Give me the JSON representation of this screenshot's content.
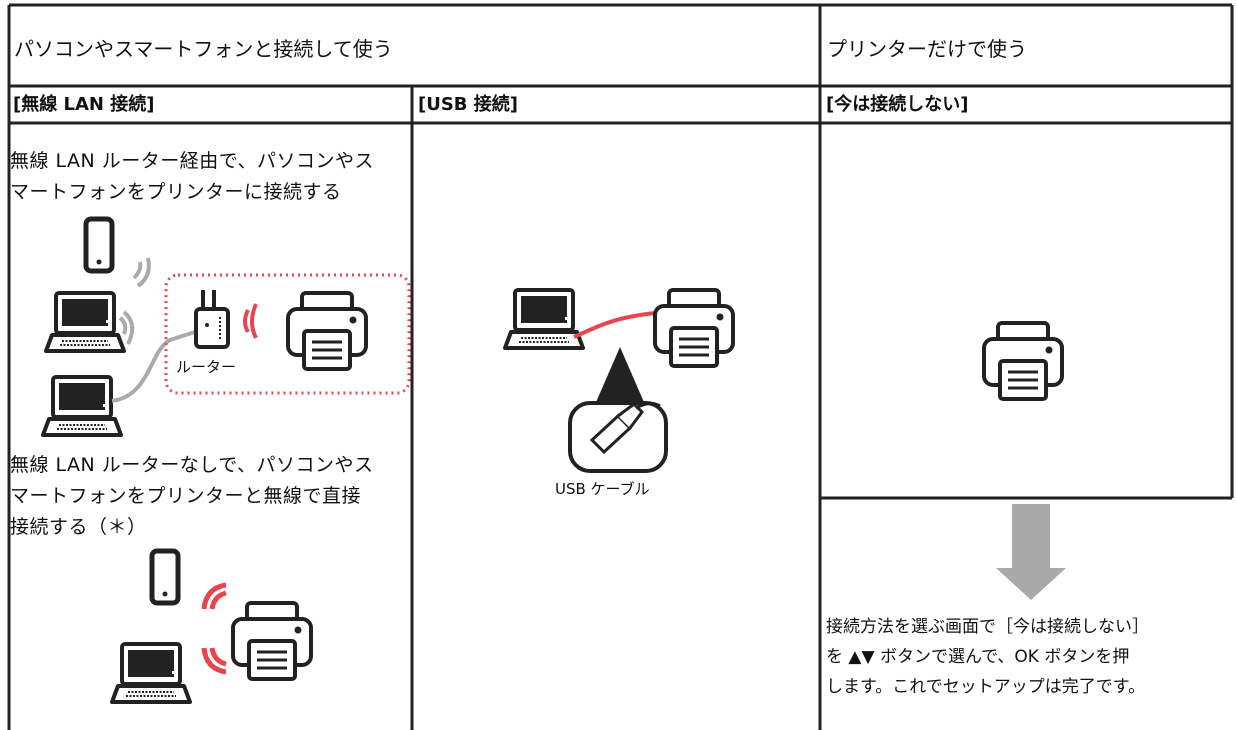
{
  "header": {
    "left_title": "パソコンやスマートフォンと接続して使う",
    "right_title": "プリンターだけで使う"
  },
  "columns": {
    "wireless": "[無線 LAN 接続]",
    "usb": "[USB 接続]",
    "none": "[今は接続しない]"
  },
  "wireless": {
    "desc1_line1": "無線 LAN ルーター経由で、パソコンやス",
    "desc1_line2": "マートフォンをプリンターに接続する",
    "router_label": "ルーター",
    "desc2_line1": "無線 LAN ルーターなしで、パソコンやス",
    "desc2_line2": "マートフォンをプリンターと無線で直接",
    "desc2_line3": "接続する（＊）"
  },
  "usb": {
    "cable_label": "USB ケーブル"
  },
  "none": {
    "instr_line1": "接続方法を選ぶ画面で［今は接続しない］",
    "instr_line2": "を ▲▼ ボタンで選んで、OK ボタンを押",
    "instr_line3": "します。これでセットアップは完了です。"
  },
  "colors": {
    "line": "#222222",
    "accent_red": "#e8454e",
    "arrow_gray": "#a9a9a9"
  },
  "icons": [
    "smartphone-icon",
    "laptop-icon",
    "router-icon",
    "printer-icon",
    "wifi-signal-icon",
    "usb-plug-icon",
    "down-arrow-icon"
  ]
}
